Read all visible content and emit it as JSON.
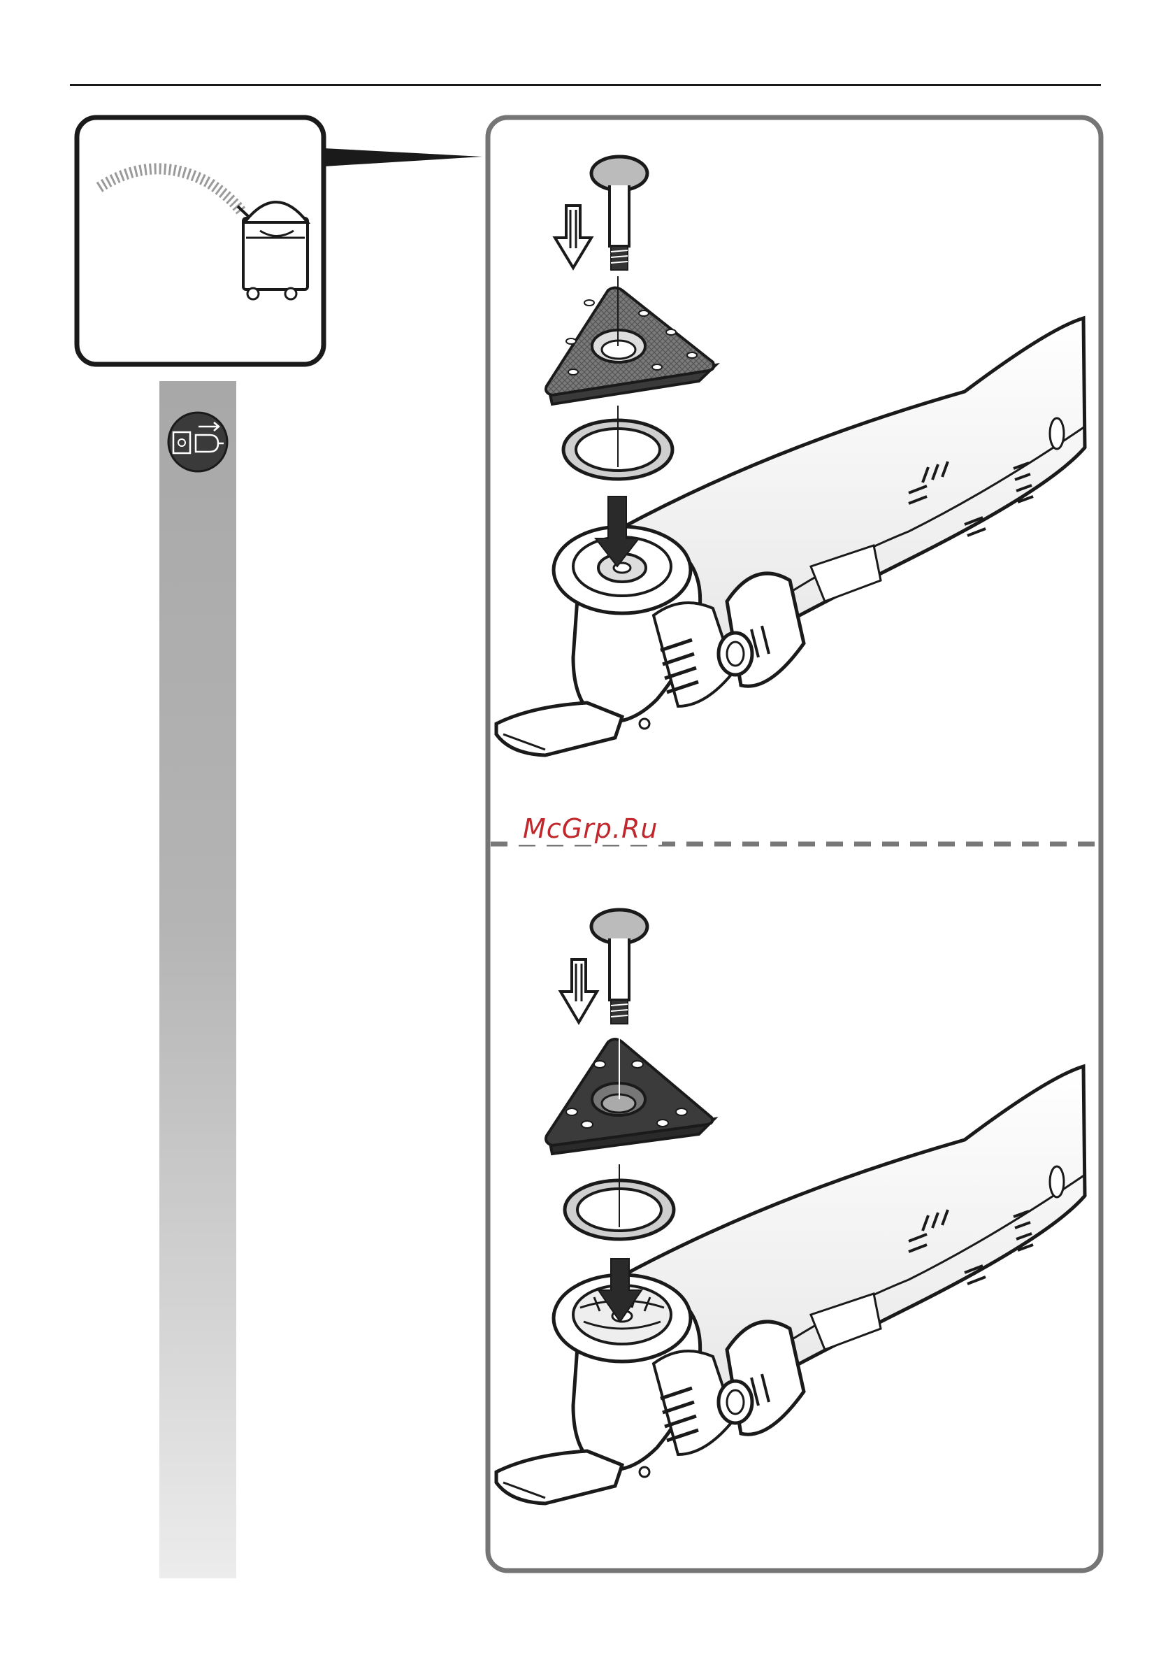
{
  "watermark": {
    "text": "McGrp.Ru"
  },
  "colors": {
    "frame": "#757575",
    "ink": "#1a1a1a",
    "watermark": "#c0282d",
    "sidebar_top": "#a8a8a8",
    "sidebar_bottom": "#ececec",
    "pad_top_mesh": "#6f6f6f",
    "pad_top_hard": "#3b3b3b"
  },
  "icons": {
    "vacuum": "vacuum-cleaner-icon",
    "unplug": "unplug-power-icon"
  },
  "steps": [
    {
      "name": "mesh-pad-step"
    },
    {
      "name": "hard-pad-step"
    }
  ]
}
